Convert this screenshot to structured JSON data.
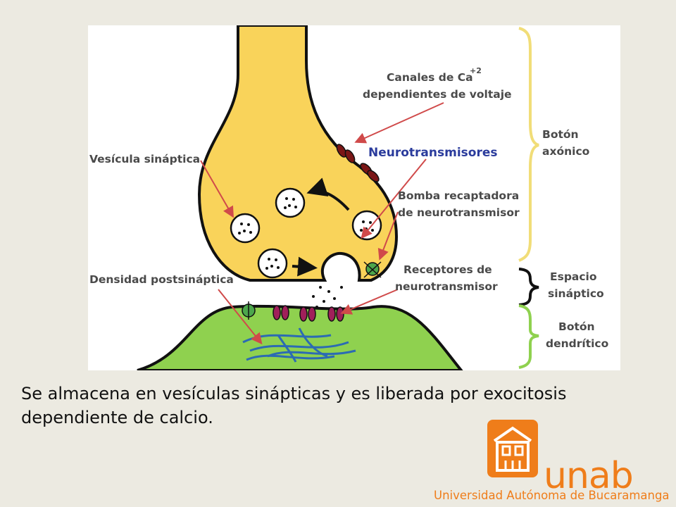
{
  "diagram": {
    "labels": {
      "canales_line1": "Canales de Ca",
      "canales_sup": "+2",
      "canales_line2": "dependientes de voltaje",
      "neurotransmisores": "Neurotransmisores",
      "vesicula": "Vesícula sináptica",
      "bomba_line1": "Bomba recaptadora",
      "bomba_line2": "de neurotransmisor",
      "densidad": "Densidad postsináptica",
      "receptores_line1": "Receptores de",
      "receptores_line2": "neurotransmisor",
      "boton_axonico_line1": "Botón",
      "boton_axonico_line2": "axónico",
      "espacio_line1": "Espacio",
      "espacio_line2": "sináptico",
      "boton_dendritico_line1": "Botón",
      "boton_dendritico_line2": "dendrítico"
    },
    "colors": {
      "axon_fill": "#f9d35a",
      "dendrite_fill": "#8fd14f",
      "arrow": "#d04a4a",
      "brace_axonic": "#f1dd78",
      "brace_cleft": "#111111",
      "brace_dendritic": "#8fd14f"
    }
  },
  "caption": {
    "line1": "Se almacena en vesículas sinápticas y es liberada por exocitosis",
    "line2": "dependiente de calcio."
  },
  "logo": {
    "name": "unab",
    "full_name": "Universidad Autónoma de Bucaramanga",
    "color": "#ef7d1a"
  }
}
